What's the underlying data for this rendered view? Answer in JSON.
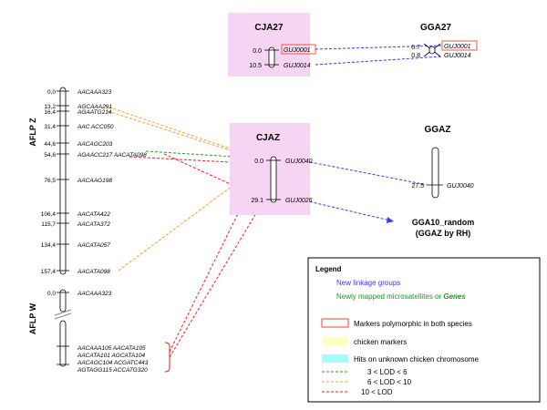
{
  "colors": {
    "pink_box": "#f6d4f4",
    "blue_line": "#3a3aee",
    "green_line": "#2a9a2a",
    "orange_line": "#f0a030",
    "red_line": "#ee2020",
    "marker_box": "#e84a2a",
    "chicken_marker": "#ffffc0",
    "unknown_chr": "#a0ffff",
    "legend_blue_text": "#3a3aee",
    "legend_green_text": "#1a9a1a"
  },
  "maps": {
    "cja27": {
      "title": "CJA27",
      "markers": [
        {
          "pos": "0.0",
          "name": "GUJ0001"
        },
        {
          "pos": "10.5",
          "name": "GUJ0014"
        }
      ]
    },
    "gga27": {
      "title": "GGA27",
      "markers": [
        {
          "pos": "0.7",
          "name": "GUJ0001"
        },
        {
          "pos": "0.8",
          "name": "GUJ0014"
        }
      ]
    },
    "cjaz": {
      "title": "CJAZ",
      "markers": [
        {
          "pos": "0.0",
          "name": "GUJ0040"
        },
        {
          "pos": "29.1",
          "name": "GUJ0026"
        }
      ]
    },
    "ggaz": {
      "title": "GGAZ",
      "markers": [
        {
          "pos": "27.5",
          "name": "GUJ0040"
        }
      ]
    },
    "gga10": {
      "line1": "GGA10_random",
      "line2": "(GGAZ by RH)"
    },
    "aflp_z": {
      "title": "AFLP Z",
      "markers": [
        {
          "pos": "0,0",
          "name": "AACAAA323"
        },
        {
          "pos": "13,2",
          "name": "AGCAAA291"
        },
        {
          "pos": "16,4",
          "name": "AGAATG214"
        },
        {
          "pos": "31,4",
          "name": "AAC ACC050"
        },
        {
          "pos": "44,6",
          "name": "AACAGC203"
        },
        {
          "pos": "54,6",
          "name": "AGAACC217 AACATA098"
        },
        {
          "pos": "76,5",
          "name": "AACAAG198"
        },
        {
          "pos": "106,4",
          "name": "AACATA422"
        },
        {
          "pos": "115,7",
          "name": "AACATA372"
        },
        {
          "pos": "134,4",
          "name": "AACATA057"
        },
        {
          "pos": "157,4",
          "name": "AACATA098"
        }
      ]
    },
    "aflp_w": {
      "title": "AFLP W",
      "top_marker": {
        "pos": "0,0",
        "name": "AACAAA323"
      },
      "bottom_markers": [
        "AACAAA105 AACATA105",
        "AACATA101 AGCATA104",
        "AACAGC104 ACGATC443",
        "AGTAGG115 ACCATG320"
      ]
    }
  },
  "legend": {
    "title": "Legend",
    "new_groups": "New linkage groups",
    "newly_mapped_prefix": "Newly mapped microsatellites or ",
    "newly_mapped_genes": "Genes",
    "polymorphic": "Markers polymorphic in both species",
    "chicken": "chicken markers",
    "unknown": "Hits on unknown chicken chromosome",
    "lod1": "3 < LOD < 6",
    "lod2": "6 < LOD < 10",
    "lod3": "10 < LOD"
  }
}
